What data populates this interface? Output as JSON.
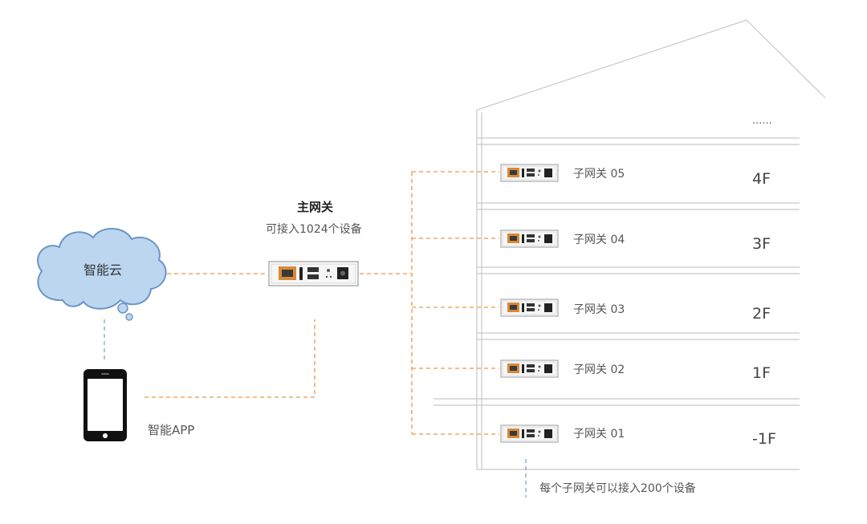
{
  "cloud": {
    "label": "智能云"
  },
  "app": {
    "label": "智能APP"
  },
  "main_gateway": {
    "title": "主网关",
    "subtitle": "可接入1024个设备"
  },
  "building": {
    "top_ellipsis": "......",
    "floors": [
      {
        "floor": "4F",
        "gateway": "子网关 05"
      },
      {
        "floor": "3F",
        "gateway": "子网关 04"
      },
      {
        "floor": "2F",
        "gateway": "子网关 03"
      },
      {
        "floor": "1F",
        "gateway": "子网关 02"
      },
      {
        "floor": "-1F",
        "gateway": "子网关 01"
      }
    ],
    "note": "每个子网关可以接入200个设备"
  },
  "colors": {
    "link_orange": "#f0a868",
    "link_blue": "#90b8d8",
    "cloud_fill": "#bcd6f0",
    "cloud_stroke": "#6c95c6",
    "building_line": "#c8c8c8",
    "device_orange": "#d9893a"
  }
}
